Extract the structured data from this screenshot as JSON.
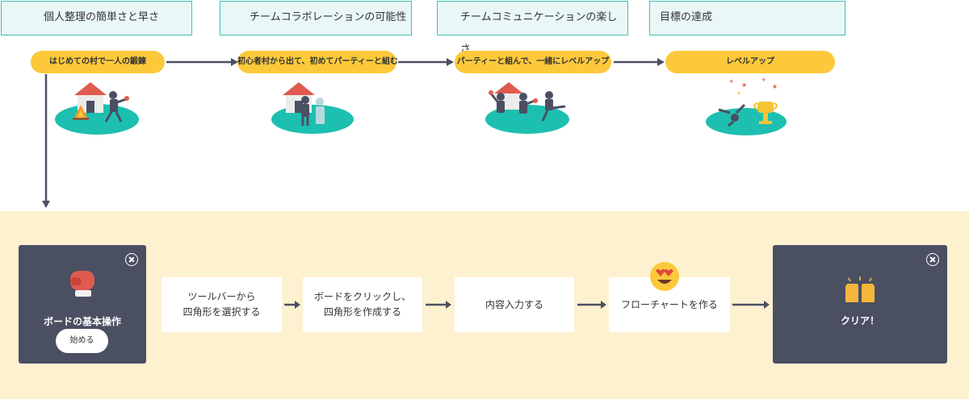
{
  "stages": [
    {
      "title": "個人整理の簡単さと早さ",
      "pill": "はじめての村で一人の鍛錬"
    },
    {
      "title": "チームコラボレーションの可能性",
      "pill": "初心者村から出て、初めてパーティーと組む"
    },
    {
      "title": "チームコミュニケーションの楽しさ",
      "pill": "パーティーと組んで、一緒にレベルアップ"
    },
    {
      "title": "目標の達成",
      "pill": "レベルアップ"
    }
  ],
  "tutorial": {
    "start_card": {
      "title": "ボードの基本操作",
      "start_label": "始める",
      "icon": "boxing-glove-icon"
    },
    "steps": [
      {
        "line1": "ツールバーから",
        "line2": "四角形を選択する"
      },
      {
        "line1": "ボードをクリックし、",
        "line2": "四角形を作成する"
      },
      {
        "line1": "内容入力する",
        "line2": ""
      },
      {
        "line1": "フローチャートを作る",
        "line2": ""
      }
    ],
    "end_card": {
      "title": "クリア！",
      "icon": "raised-hands-icon"
    }
  },
  "colors": {
    "teal": "#1dbfb0",
    "yellow": "#fcc93b",
    "header_bg": "#e9f8f7",
    "dark_card": "#4b4f62",
    "band": "#fef1d0"
  }
}
